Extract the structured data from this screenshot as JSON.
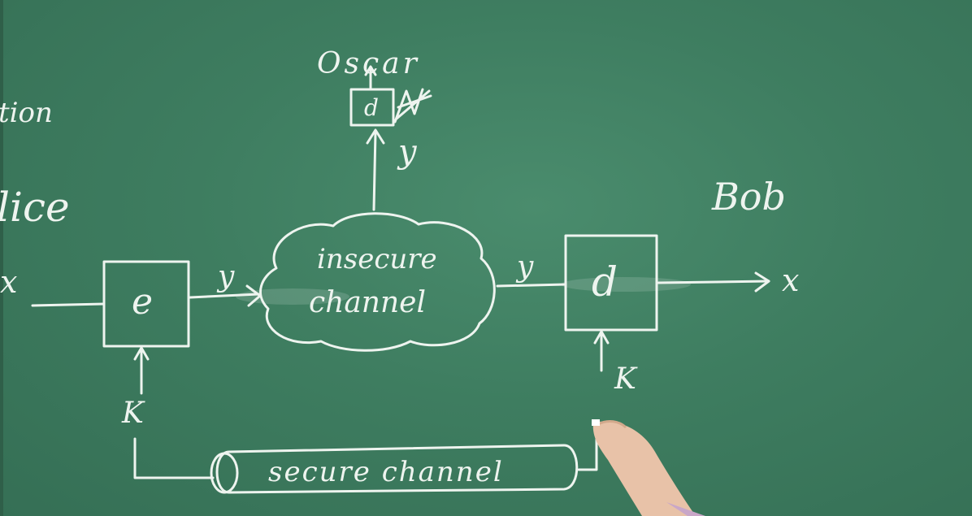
{
  "diagram": {
    "partial_heading": "tion",
    "sender": "lice",
    "receiver": "Bob",
    "eavesdropper": "Oscar",
    "plaintext_in": "x",
    "plaintext_out": "x",
    "ciphertext": "y",
    "key": "K",
    "encrypt_box": "e",
    "decrypt_box": "d",
    "eve_decrypt_box": "d",
    "insecure_channel_line1": "insecure",
    "insecure_channel_line2": "channel",
    "secure_channel": "secure channel"
  },
  "colors": {
    "board": "#3e7d60",
    "chalk": "#eef4ef"
  }
}
